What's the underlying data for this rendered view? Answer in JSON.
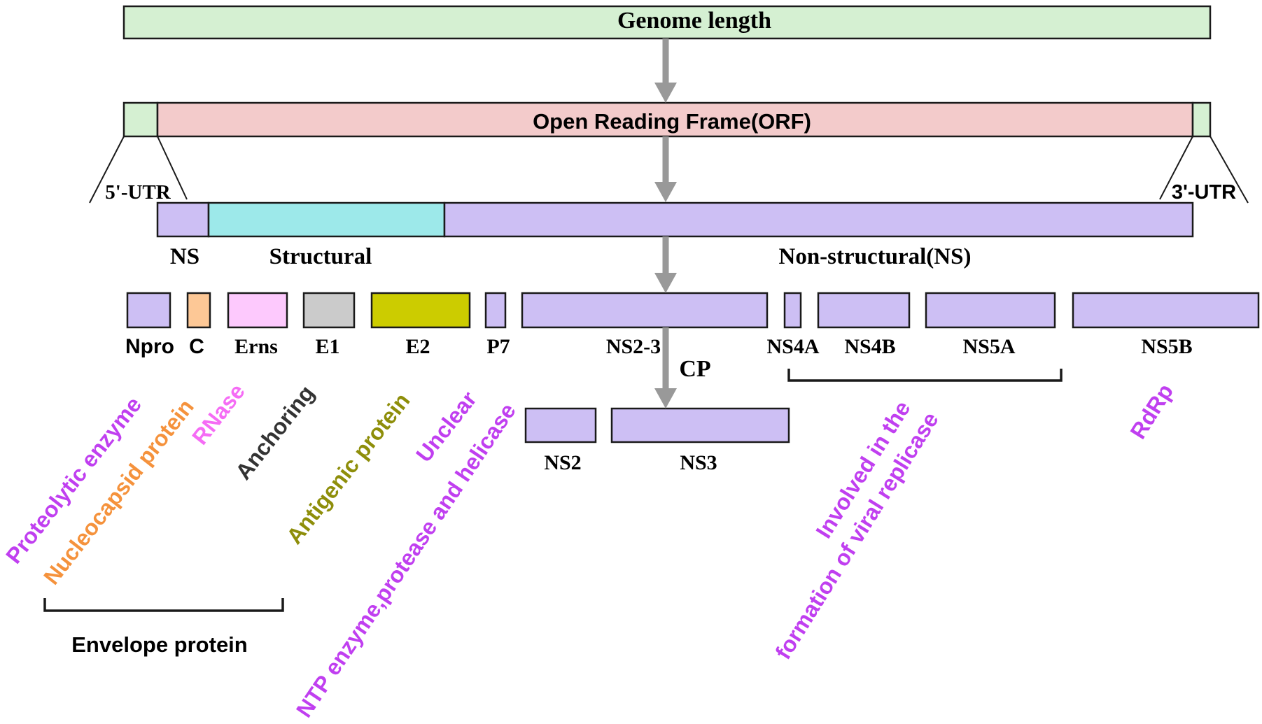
{
  "colors": {
    "genome": "#d5f0d2",
    "orf": "#f3cbcb",
    "utr": "#d5f0d2",
    "lavender": "#cdbff4",
    "structural": "#9de9ea",
    "capsid": "#fdc896",
    "erns": "#fdc9fd",
    "e1": "#cbcbcb",
    "e2": "#cccc00",
    "arrow": "#999999",
    "purple_text": "#c03ff0",
    "orange_text": "#f5923c",
    "pink_text": "#f56cf5",
    "dark_text": "#333333",
    "olive_text": "#8e8e0a"
  },
  "genome": {
    "label": "Genome length"
  },
  "orf": {
    "label": "Open Reading Frame(ORF)"
  },
  "utr": {
    "five": "5'-UTR",
    "three": "3'-UTR"
  },
  "regions": {
    "ns": "NS",
    "structural": "Structural",
    "nonstructural": "Non-structural(NS)"
  },
  "proteins": {
    "npro": "Npro",
    "c": "C",
    "erns": "Erns",
    "e1": "E1",
    "e2": "E2",
    "p7": "P7",
    "ns23": "NS2-3",
    "ns4a": "NS4A",
    "ns4b": "NS4B",
    "ns5a": "NS5A",
    "ns5b": "NS5B",
    "ns2": "NS2",
    "ns3": "NS3"
  },
  "cleavage": "CP",
  "functions": {
    "proteolytic": "Proteolytic enzyme",
    "nucleocapsid": "Nucleocapsid protein",
    "rnase": "RNase",
    "anchoring": "Anchoring",
    "antigenic": "Antigenic protein",
    "unclear": "Unclear",
    "ntp": "NTP enzyme,protease and helicase",
    "involved_line1": "Involved in the",
    "involved_line2": "formation of viral replicase",
    "rdrp": "RdRp"
  },
  "envelope": "Envelope protein"
}
